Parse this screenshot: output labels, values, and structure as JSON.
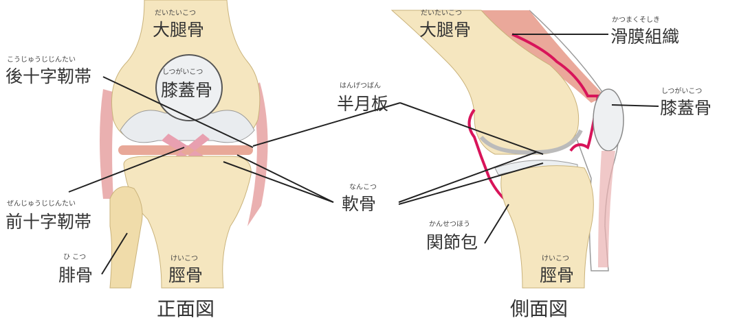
{
  "front": {
    "caption": "正面図",
    "labels": {
      "femur": {
        "text": "大腿骨",
        "ruby": "だいたいこつ"
      },
      "patella": {
        "text": "膝蓋骨",
        "ruby": "しつがいこつ"
      },
      "pcl": {
        "text": "後十字靭帯",
        "ruby": "こうじゅうじじんたい"
      },
      "acl": {
        "text": "前十字靭帯",
        "ruby": "ぜんじゅうじじんたい"
      },
      "fibula": {
        "text": "腓骨",
        "ruby": "ひ こつ"
      },
      "tibia": {
        "text": "脛骨",
        "ruby": "けいこつ"
      }
    }
  },
  "center": {
    "meniscus": {
      "text": "半月板",
      "ruby": "はんげつばん"
    },
    "cartilage": {
      "text": "軟骨",
      "ruby": "なんこつ"
    }
  },
  "side": {
    "caption": "側面図",
    "labels": {
      "femur": {
        "text": "大腿骨",
        "ruby": "だいたいこつ"
      },
      "synovium": {
        "text": "滑膜組織",
        "ruby": "かつまくそしき"
      },
      "patella": {
        "text": "膝蓋骨",
        "ruby": "しつがいこつ"
      },
      "capsule": {
        "text": "関節包",
        "ruby": "かんせつほう"
      },
      "tibia": {
        "text": "脛骨",
        "ruby": "けいこつ"
      }
    }
  },
  "colors": {
    "bone": "#f5e6bf",
    "bone_shade": "#e8d3a0",
    "ligament": "#e8a0a0",
    "synovium": "#d8145a",
    "cartilage": "#e9ecef"
  }
}
